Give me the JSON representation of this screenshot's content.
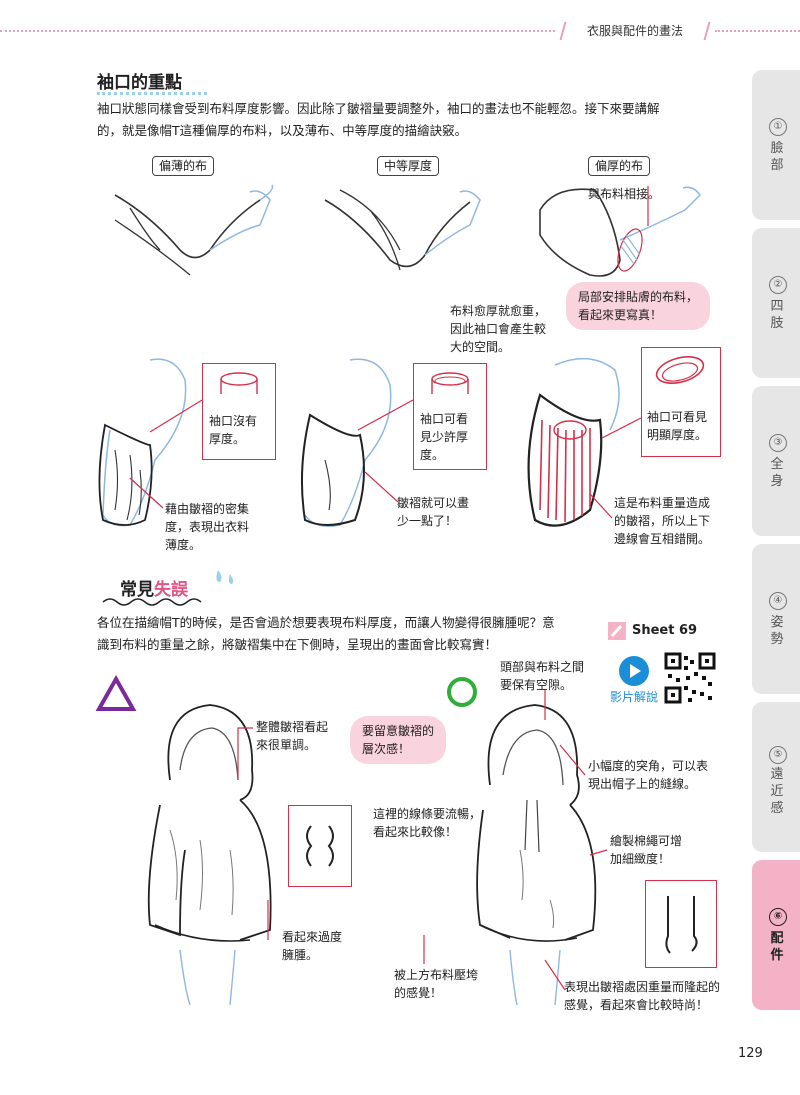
{
  "header": {
    "chapter_title": "衣服與配件的畫法"
  },
  "section1": {
    "heading": "袖口的重點",
    "body_line1": "袖口狀態同樣會受到布料厚度影響。因此除了皺褶量要調整外，袖口的畫法也不能輕忽。接下來要講解",
    "body_line2": "的，就是像帽T這種偏厚的布料，以及薄布、中等厚度的描繪訣竅。",
    "labels": {
      "thin": "偏薄的布",
      "medium": "中等厚度",
      "thick": "偏厚的布"
    },
    "notes": {
      "contact": "與布料相接。",
      "heavier_line1": "布料愈厚就愈重，",
      "heavier_line2": "因此袖口會產生較",
      "heavier_line3": "大的空間。",
      "bubble_fit_line1": "局部安排貼膚的布料，",
      "bubble_fit_line2": "看起來更寫真！",
      "cuff_none_line1": "袖口沒有",
      "cuff_none_line2": "厚度。",
      "cuff_some_line1": "袖口可看",
      "cuff_some_line2": "見少許厚",
      "cuff_some_line3": "度。",
      "cuff_clear_line1": "袖口可看見",
      "cuff_clear_line2": "明顯厚度。",
      "dense_line1": "藉由皺褶的密集",
      "dense_line2": "度，表現出衣料",
      "dense_line3": "薄度。",
      "fewer_line1": "皺褶就可以畫",
      "fewer_line2": "少一點了！",
      "weight_line1": "這是布料重量造成",
      "weight_line2": "的皺褶，所以上下",
      "weight_line3": "邊線會互相錯開。"
    }
  },
  "section2": {
    "heading_part1": "常見",
    "heading_part2": "失誤",
    "body_line1": "各位在描繪帽T的時候，是否會過於想要表現布料厚度，而讓人物變得很臃腫呢？意",
    "body_line2": "識到布料的重量之餘，將皺褶集中在下側時，呈現出的畫面會比較寫實！",
    "sheet_label": "Sheet 69",
    "video_label": "影片解說",
    "notes": {
      "monotone_line1": "整體皺褶看起",
      "monotone_line2": "來很單調。",
      "bulky_line1": "看起來過度",
      "bulky_line2": "臃腫。",
      "bubble_layer_line1": "要留意皺褶的",
      "bubble_layer_line2": "層次感！",
      "smooth_line1": "這裡的線條要流暢，",
      "smooth_line2": "看起來比較像！",
      "gap_line1": "頭部與布料之間",
      "gap_line2": "要保有空隙。",
      "seam_line1": "小幅度的突角，可以表",
      "seam_line2": "現出帽子上的縫線。",
      "cord_line1": "繪製棉繩可增",
      "cord_line2": "加細緻度！",
      "pressed_line1": "被上方布料壓垮",
      "pressed_line2": "的感覺！",
      "stylish_line1": "表現出皺褶處因重量而隆起的",
      "stylish_line2": "感覺，看起來會比較時尚！"
    }
  },
  "tabs": [
    {
      "num": "①",
      "label": "臉部"
    },
    {
      "num": "②",
      "label": "四肢"
    },
    {
      "num": "③",
      "label": "全身"
    },
    {
      "num": "④",
      "label": "姿勢"
    },
    {
      "num": "⑤",
      "label": "遠近感"
    },
    {
      "num": "⑥",
      "label": "配件"
    }
  ],
  "page_number": "129",
  "colors": {
    "accent_pink": "#e8a0b8",
    "accent_red": "#d4304a",
    "tab_active": "#f4b2c6",
    "arm_blue": "#8fb8e0",
    "triangle_purple": "#7a2a9a",
    "circle_green": "#2fae3a",
    "play_blue": "#1a8fd8"
  }
}
